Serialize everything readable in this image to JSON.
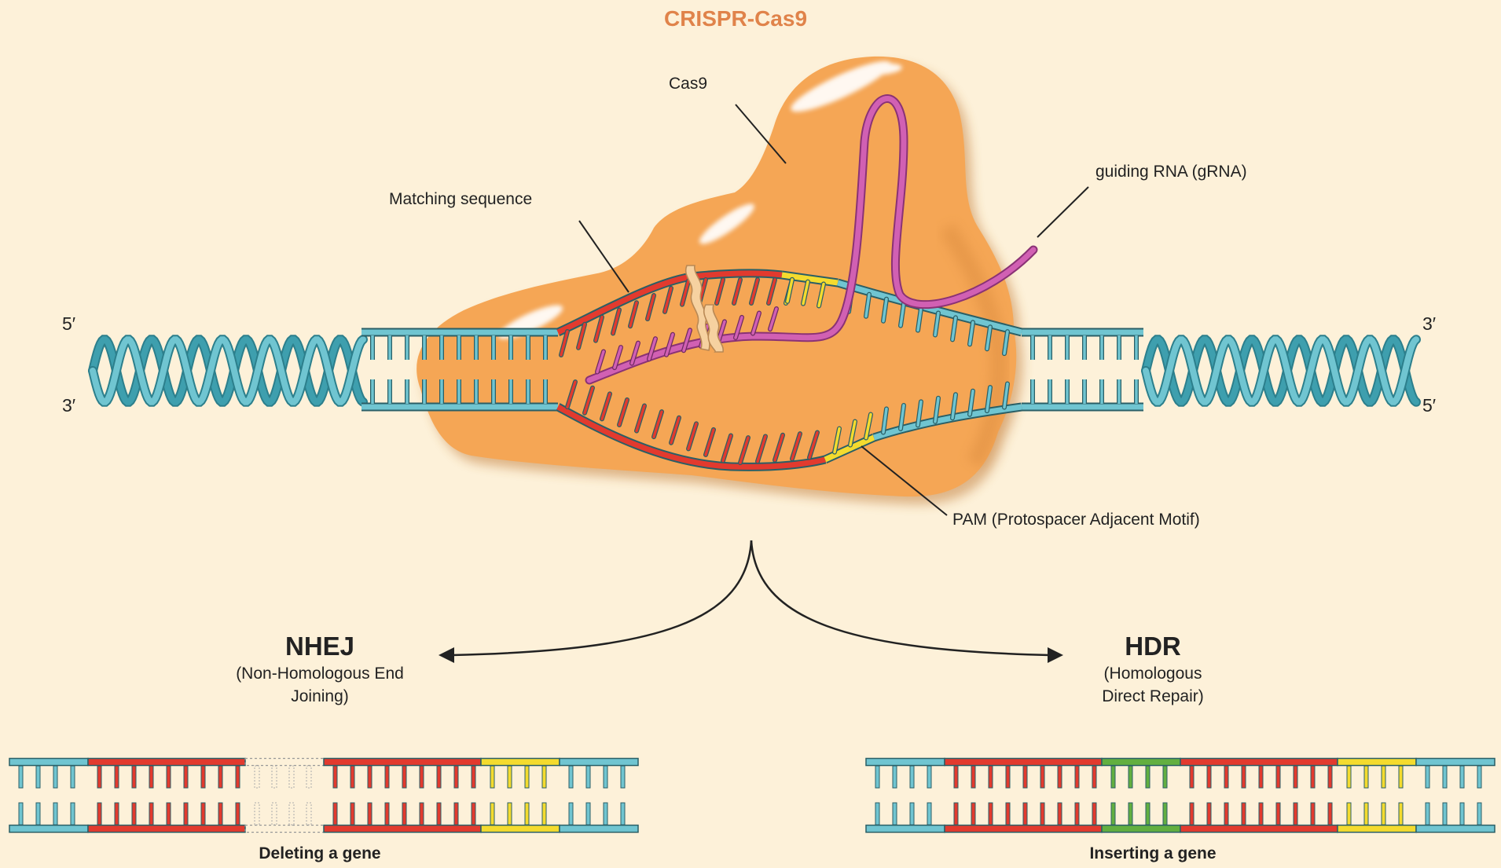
{
  "title": "CRISPR-Cas9",
  "labels": {
    "cas9": "Cas9",
    "grna": "guiding RNA (gRNA)",
    "matching": "Matching sequence",
    "pam": "PAM (Protospacer Adjacent Motif)"
  },
  "strand_ends": {
    "left_top": "5′",
    "left_bottom": "3′",
    "right_top": "3′",
    "right_bottom": "5′"
  },
  "outcomes": {
    "nhej": {
      "abbr": "NHEJ",
      "full_line1": "(Non-Homologous End",
      "full_line2": "Joining)",
      "caption": "Deleting a gene"
    },
    "hdr": {
      "abbr": "HDR",
      "full_line1": "(Homologous",
      "full_line2": "Direct Repair)",
      "caption": "Inserting a gene"
    }
  },
  "colors": {
    "background": "#FDF1D9",
    "title": "#E0834A",
    "cas9": "#F5A655",
    "dna": "#70C5D1",
    "dna_dark": "#3E9FAE",
    "matching": "#E23A2E",
    "pam": "#F4DB2E",
    "grna": "#D160B3",
    "insert": "#62AF40",
    "text": "#222222"
  }
}
